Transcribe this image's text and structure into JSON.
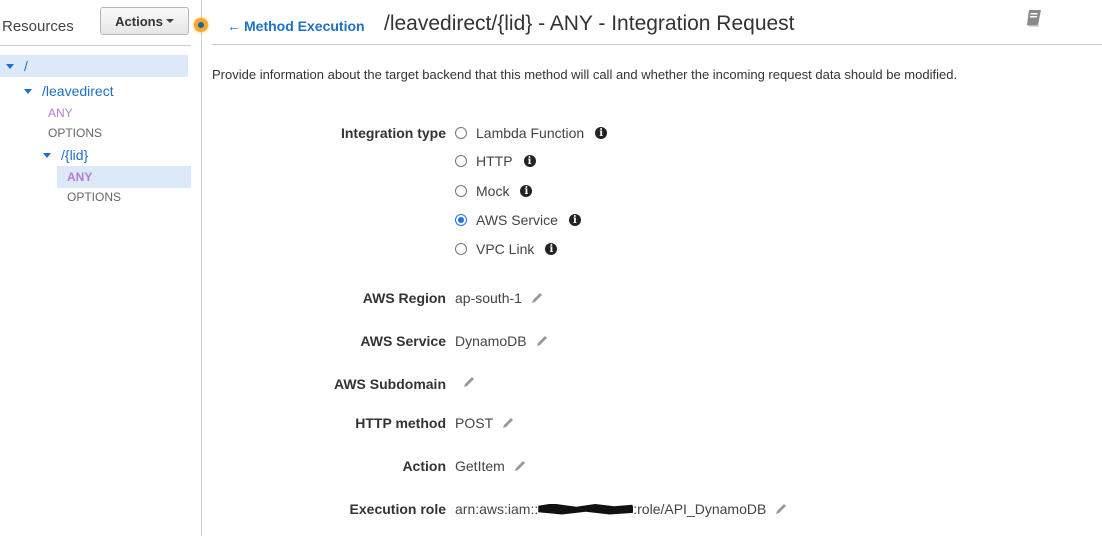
{
  "sidebar": {
    "title": "Resources",
    "actions_label": "Actions",
    "tree": [
      {
        "label": "/",
        "type": "resource",
        "level": 0,
        "selected": false
      },
      {
        "label": "/leavedirect",
        "type": "resource",
        "level": 1
      },
      {
        "label": "ANY",
        "type": "method",
        "level": 2
      },
      {
        "label": "OPTIONS",
        "type": "method",
        "level": 2
      },
      {
        "label": "/{lid}",
        "type": "resource",
        "level": 2
      },
      {
        "label": "ANY",
        "type": "method",
        "level": 3,
        "selected": true
      },
      {
        "label": "OPTIONS",
        "type": "method",
        "level": 3
      }
    ]
  },
  "header": {
    "back_label": "Method Execution",
    "title": "/leavedirect/{lid} - ANY - Integration Request",
    "book_icon": "book-icon"
  },
  "description": "Provide information about the target backend that this method will call and whether the incoming request data should be modified.",
  "integration_type": {
    "label": "Integration type",
    "options": [
      {
        "label": "Lambda Function",
        "checked": false
      },
      {
        "label": "HTTP",
        "checked": false
      },
      {
        "label": "Mock",
        "checked": false
      },
      {
        "label": "AWS Service",
        "checked": true
      },
      {
        "label": "VPC Link",
        "checked": false
      }
    ]
  },
  "fields": {
    "region": {
      "label": "AWS Region",
      "value": "ap-south-1"
    },
    "service": {
      "label": "AWS Service",
      "value": "DynamoDB"
    },
    "subdomain": {
      "label": "AWS Subdomain",
      "value": ""
    },
    "http_method": {
      "label": "HTTP method",
      "value": "POST"
    },
    "action": {
      "label": "Action",
      "value": "GetItem"
    },
    "execution_role": {
      "label": "Execution role",
      "value_prefix": "arn:aws:iam::",
      "value_suffix": ":role/API_DynamoDB"
    }
  },
  "colors": {
    "link": "#1f6fc5",
    "method_any": "#b57dd0",
    "selected_bg": "#dbe9f9",
    "radio_checked": "#1a73e8"
  }
}
